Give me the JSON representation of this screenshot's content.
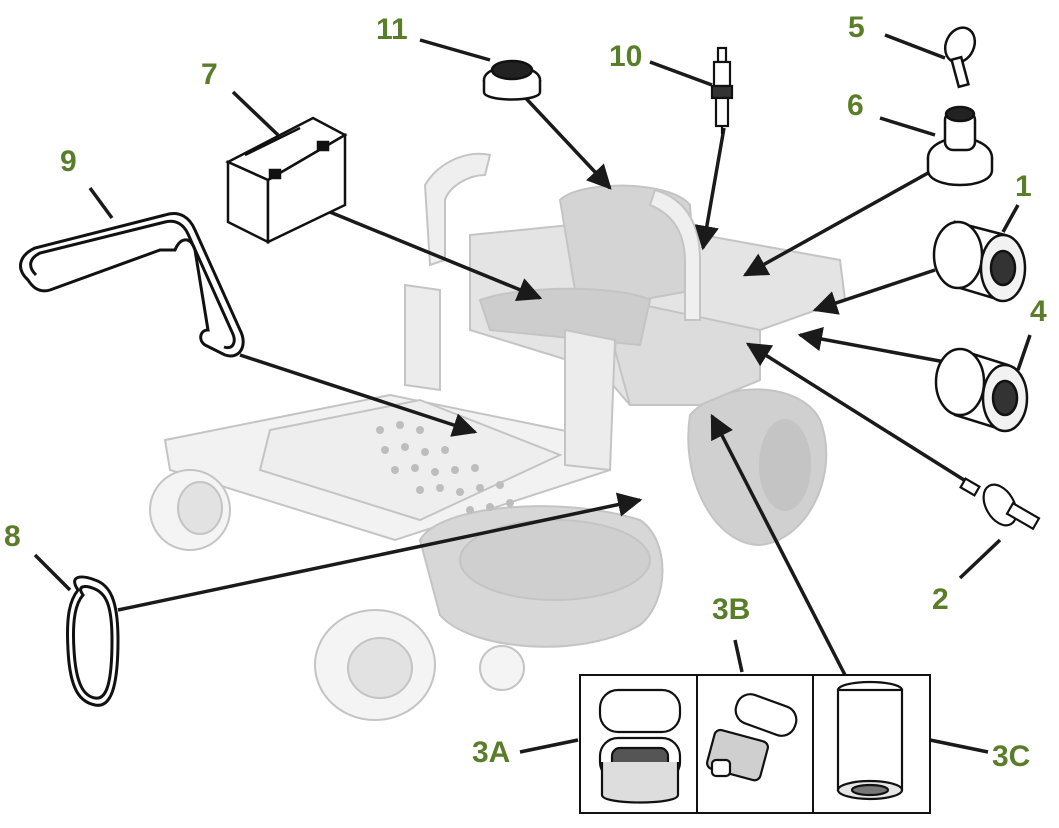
{
  "colors": {
    "label_text": "#5a7d2a",
    "leader_line": "#1a1a1a",
    "ghost_mower": "#c9c9c9",
    "ghost_fill": "#d9d9d9",
    "part_stroke": "#111111"
  },
  "callouts": {
    "c1": "1",
    "c2": "2",
    "c3a": "3A",
    "c3b": "3B",
    "c3c": "3C",
    "c4": "4",
    "c5": "5",
    "c6": "6",
    "c7": "7",
    "c8": "8",
    "c9": "9",
    "c10": "10",
    "c11": "11"
  },
  "icons": {
    "mower": "zero-turn-mower-ghost-illustration",
    "battery": "battery-icon",
    "fuel_cap": "fuel-cap-icon",
    "spark_plug": "spark-plug-icon",
    "key": "ignition-key-icon",
    "ignition_switch": "ignition-switch-icon",
    "oil_filter": "oil-filter-icon",
    "hydraulic_filter": "hydraulic-filter-icon",
    "fuel_filter": "fuel-filter-icon",
    "deck_belt": "deck-belt-icon",
    "drive_belt": "drive-belt-icon",
    "air_filter": "air-filter-icon",
    "precleaner": "precleaner-icon",
    "inner_filter": "inner-air-filter-icon"
  }
}
